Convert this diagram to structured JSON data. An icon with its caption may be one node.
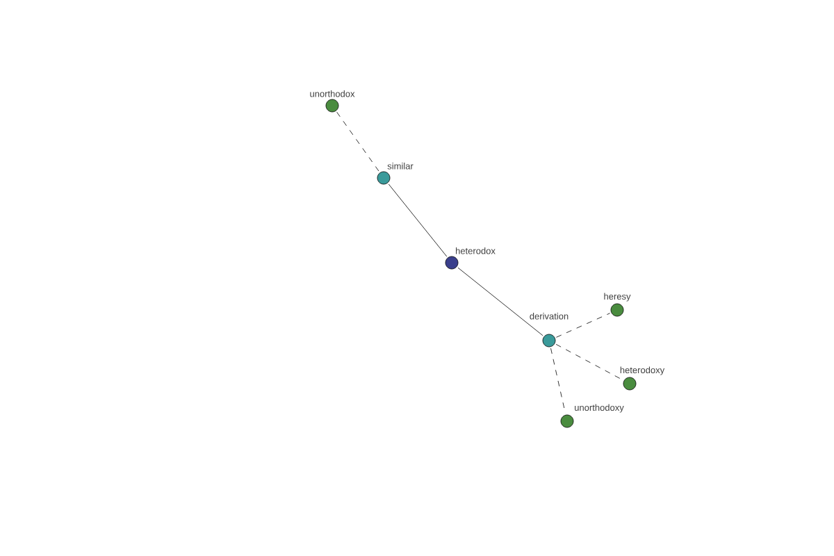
{
  "diagram": {
    "nodes": [
      {
        "text": [
          "unorthodox"
        ]
      },
      {
        "text": [
          "similar"
        ]
      },
      {
        "text": [
          "heterodox"
        ]
      },
      {
        "text": [
          "derivation"
        ]
      },
      {
        "text": [
          "heresy"
        ]
      },
      {
        "text": [
          "heterodoxy"
        ]
      },
      {
        "text": [
          "unorthodoxy"
        ]
      }
    ],
    "edges": [
      {
        "from": 0,
        "to": 1,
        "arrow": "none",
        "style": "dashed"
      },
      {
        "from": 1,
        "to": 2,
        "arrow": "none"
      },
      {
        "from": 2,
        "to": 3,
        "arrow": "none"
      },
      {
        "from": 3,
        "to": 4,
        "arrow": "none",
        "style": "dashed"
      },
      {
        "from": 3,
        "to": 5,
        "arrow": "none",
        "style": "dashed"
      },
      {
        "from": 3,
        "to": 6,
        "arrow": "none",
        "style": "dashed"
      }
    ]
  }
}
